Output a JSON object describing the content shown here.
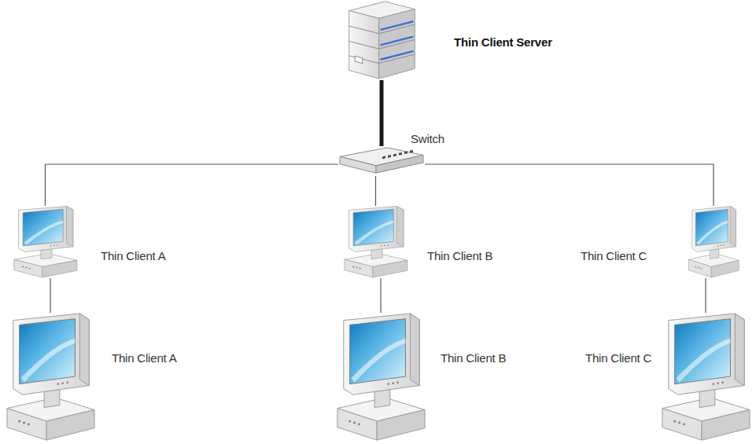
{
  "diagram": {
    "nodes": [
      {
        "text": [
          "Thin Client Server"
        ]
      },
      {
        "text": [
          "Switch"
        ]
      },
      {
        "text": [
          "Thin Client A"
        ]
      },
      {
        "text": [
          "Thin Client B"
        ]
      },
      {
        "text": [
          "Thin Client C"
        ]
      },
      {
        "text": [
          "Thin Client A"
        ]
      },
      {
        "text": [
          "Thin Client B"
        ]
      },
      {
        "text": [
          "Thin Client C"
        ]
      }
    ],
    "edges": [
      {
        "from": 0,
        "to": 1,
        "arrow": "none"
      },
      {
        "from": 1,
        "to": 2,
        "arrow": "none"
      },
      {
        "from": 1,
        "to": 3,
        "arrow": "none"
      },
      {
        "from": 1,
        "to": 4,
        "arrow": "none"
      },
      {
        "from": 2,
        "to": 5,
        "arrow": "none"
      },
      {
        "from": 3,
        "to": 6,
        "arrow": "none"
      },
      {
        "from": 4,
        "to": 7,
        "arrow": "none"
      }
    ]
  }
}
